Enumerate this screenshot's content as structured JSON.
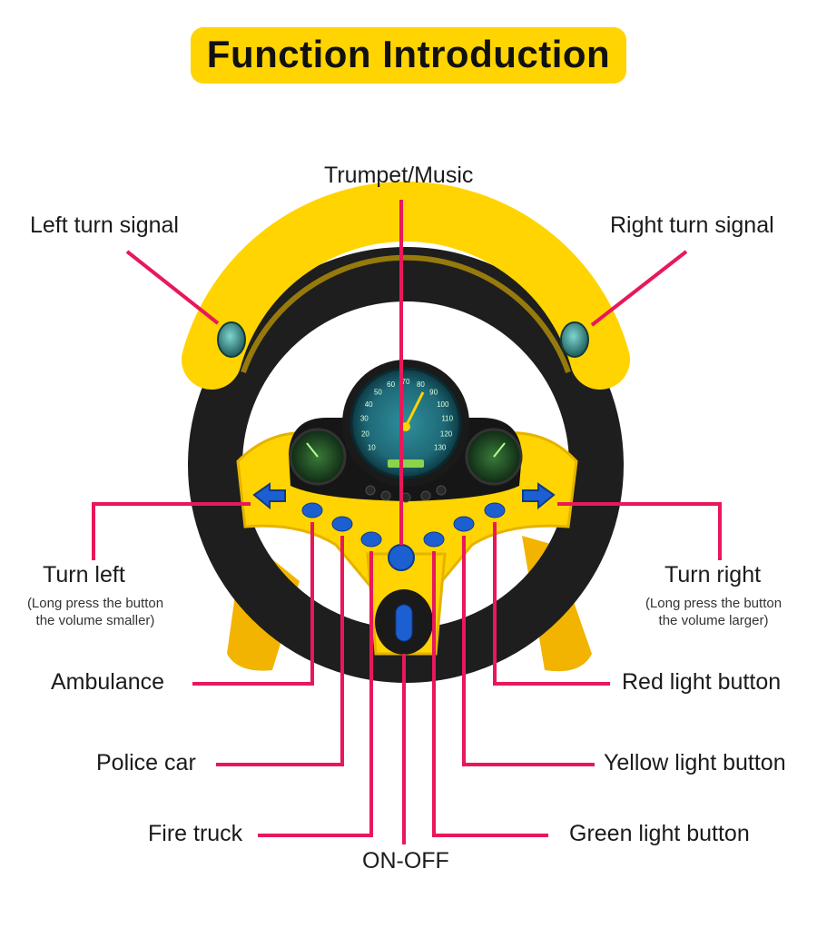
{
  "title": "Function Introduction",
  "labels": {
    "trumpet": "Trumpet/Music",
    "left_turn_signal": "Left turn signal",
    "right_turn_signal": "Right turn signal",
    "turn_left": "Turn left",
    "turn_left_note_1": "(Long press the button",
    "turn_left_note_2": "the volume smaller)",
    "turn_right": "Turn right",
    "turn_right_note_1": "(Long press the button",
    "turn_right_note_2": "the volume  larger)",
    "ambulance": "Ambulance",
    "police_car": "Police car",
    "fire_truck": "Fire truck",
    "on_off": "ON-OFF",
    "red_light": "Red light button",
    "yellow_light": "Yellow light button",
    "green_light": "Green light button"
  },
  "gauge_numbers": [
    "10",
    "20",
    "30",
    "40",
    "50",
    "60",
    "70",
    "80",
    "90",
    "100",
    "110",
    "120",
    "130"
  ],
  "colors": {
    "accent_line": "#e8185a",
    "wheel_yellow": "#ffd400",
    "wheel_black": "#1e1e1e",
    "button_blue": "#1c5fd0",
    "gauge_teal": "#1f6a78"
  }
}
